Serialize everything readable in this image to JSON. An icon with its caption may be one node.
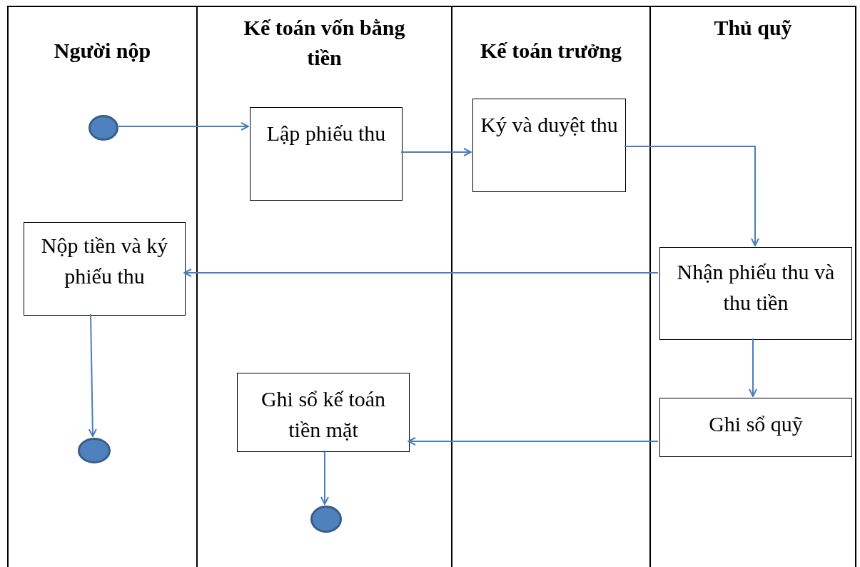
{
  "diagram": {
    "nodes": [
      {
        "text": [
          "Người nộp"
        ]
      },
      {
        "text": [
          "Kế toán vốn bằng tiền"
        ]
      },
      {
        "text": [
          "Kế toán trưởng"
        ]
      },
      {
        "text": [
          "Thủ quỹ"
        ]
      },
      {
        "text": [],
        "shape": "circle",
        "in": 0
      },
      {
        "text": [
          "Lập phiếu thu"
        ],
        "in": 1
      },
      {
        "text": [
          "Ký và duyệt thu"
        ],
        "in": 2
      },
      {
        "text": [
          "Nhận phiếu thu và thu tiền"
        ],
        "in": 3
      },
      {
        "text": [
          "Nộp tiền và ký phiếu thu"
        ],
        "in": 0
      },
      {
        "text": [
          "Ghi sổ kế toán tiền mặt"
        ],
        "in": 1
      },
      {
        "text": [
          "Ghi sổ quỹ"
        ],
        "in": 3
      },
      {
        "text": [],
        "shape": "circle",
        "in": 0
      },
      {
        "text": [],
        "shape": "circle",
        "in": 1
      }
    ],
    "edges": [
      {
        "from": 4,
        "to": 5,
        "arrow": "to"
      },
      {
        "from": 5,
        "to": 6,
        "arrow": "to"
      },
      {
        "from": 6,
        "to": 7,
        "arrow": "to"
      },
      {
        "from": 7,
        "to": 8,
        "arrow": "to"
      },
      {
        "from": 7,
        "to": 10,
        "arrow": "to"
      },
      {
        "from": 10,
        "to": 9,
        "arrow": "to"
      },
      {
        "from": 8,
        "to": 11,
        "arrow": "to"
      },
      {
        "from": 9,
        "to": 12,
        "arrow": "to"
      }
    ]
  }
}
